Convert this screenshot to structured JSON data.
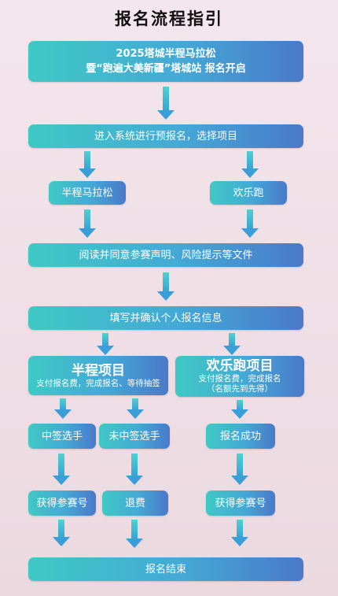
{
  "title": "报名流程指引",
  "start": {
    "line1": "2025塔城半程马拉松",
    "line2": "暨“跑遍大美新疆”塔城站  报名开启"
  },
  "step_preregister": "进入系统进行预报名，选择项目",
  "option_half": "半程马拉松",
  "option_fun": "欢乐跑",
  "step_read": "阅读并同意参赛声明、风险提示等文件",
  "step_fill": "填写并确认个人报名信息",
  "half_project": {
    "title": "半程项目",
    "desc": "支付报名费，完成报名、等待抽签"
  },
  "fun_project": {
    "title": "欢乐跑项目",
    "desc_line1": "支付报名费，完成报名",
    "desc_line2": "（名额先到先得）"
  },
  "half_win": "中签选手",
  "half_lose": "未中签选手",
  "fun_success": "报名成功",
  "half_bib": "获得参赛号",
  "half_refund": "退费",
  "fun_bib": "获得参赛号",
  "end": "报名结束"
}
